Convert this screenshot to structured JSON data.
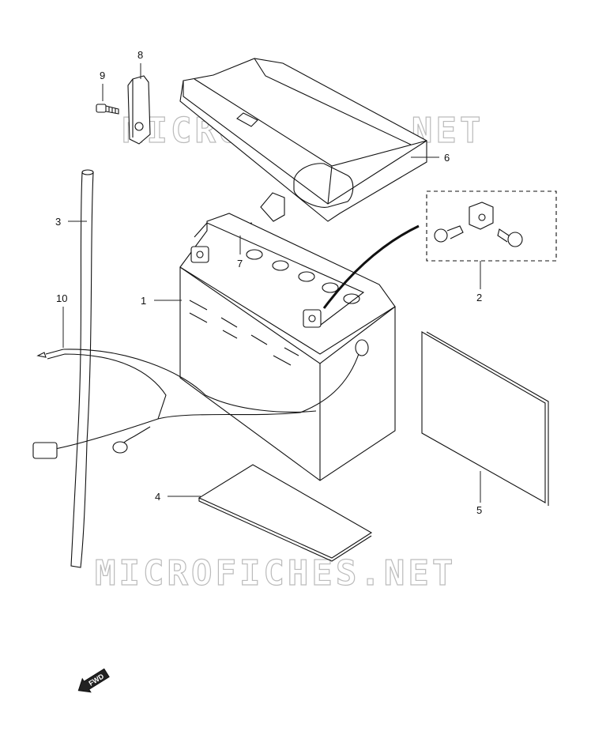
{
  "watermark": {
    "top": "MICROFICHES.NET",
    "bottom": "MICROFICHES.NET"
  },
  "callouts": {
    "c1": "1",
    "c2": "2",
    "c3": "3",
    "c4": "4",
    "c5": "5",
    "c6": "6",
    "c7": "7",
    "c8": "8",
    "c9": "9",
    "c10": "10"
  },
  "direction_badge": "FWD"
}
